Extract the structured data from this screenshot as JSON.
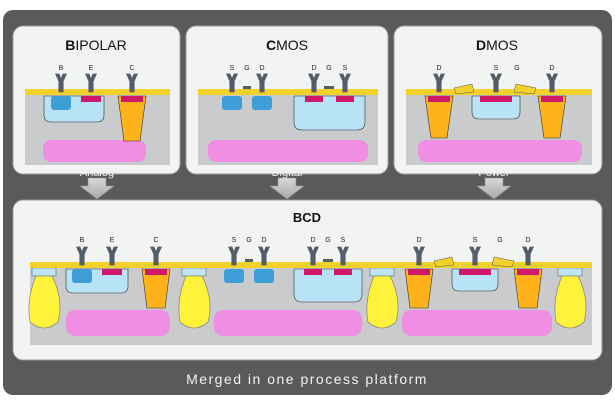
{
  "panels": {
    "bipolar": {
      "title_initial": "B",
      "title_rest": "IPOLAR",
      "terminals": [
        "B",
        "E",
        "C"
      ],
      "arrow_label": "Analog"
    },
    "cmos": {
      "title_initial": "C",
      "title_rest": "MOS",
      "terminals": [
        "S",
        "G",
        "D",
        "D",
        "G",
        "S"
      ],
      "arrow_label": "Digital"
    },
    "dmos": {
      "title_initial": "D",
      "title_rest": "MOS",
      "terminals": [
        "D",
        "S",
        "G",
        "D"
      ],
      "arrow_label": "Power"
    }
  },
  "bcd": {
    "title": "BCD",
    "terminals": [
      "B",
      "E",
      "C",
      "S",
      "G",
      "D",
      "D",
      "G",
      "S",
      "D",
      "S",
      "G",
      "D"
    ]
  },
  "footer": "Merged in one process platform",
  "colors": {
    "frame": "#5a5a5a",
    "panel": "#f2f3f3",
    "substrate": "#c9cbcd",
    "pink_well": "#f08ee4",
    "orange_sinker": "#ffb21a",
    "yellow_isolation": "#fff23a",
    "light_blue_well": "#b8e2f5",
    "blue_region": "#3d9fd6",
    "magenta_contact": "#d0186a",
    "metal_contact": "#555d66",
    "surface_oxide": "#f3d12c",
    "arrow": "#bfbfbf"
  }
}
